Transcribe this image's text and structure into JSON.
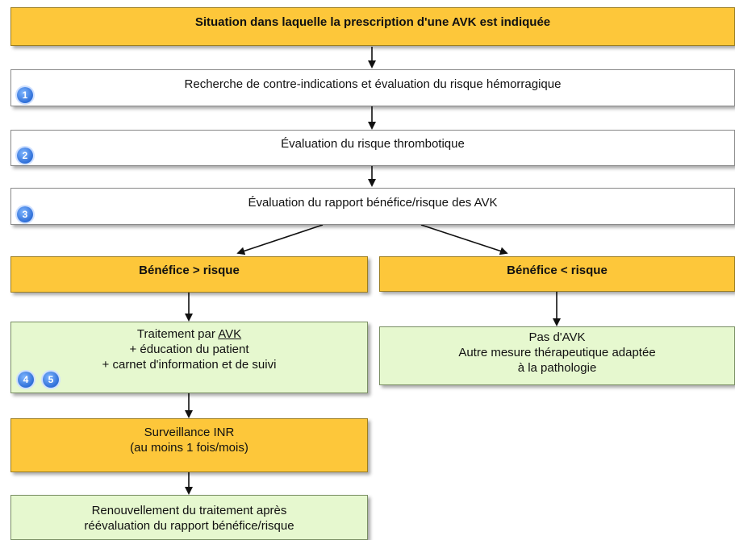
{
  "nodes": {
    "situation": "Situation dans laquelle la prescription d'une AVK est indiquée",
    "step1": "Recherche de contre-indications et évaluation du risque hémorragique",
    "step2": "Évaluation du risque thrombotique",
    "step3": "Évaluation du rapport bénéfice/risque des AVK",
    "benefit_gt": "Bénéfice > risque",
    "benefit_lt": "Bénéfice < risque",
    "treatment": {
      "line1_prefix": "Traitement par ",
      "line1_link": "AVK",
      "line2": "+ éducation du patient",
      "line3": "+ carnet d'information et de suivi"
    },
    "no_avk": {
      "line1": "Pas d'AVK",
      "line2": "Autre mesure thérapeutique adaptée",
      "line3": "à la pathologie"
    },
    "surveillance": {
      "line1": "Surveillance INR",
      "line2": "(au moins 1 fois/mois)"
    },
    "renewal": {
      "line1": "Renouvellement du traitement après",
      "line2": "réévaluation du rapport bénéfice/risque"
    }
  },
  "badges": [
    "1",
    "2",
    "3",
    "4",
    "5"
  ],
  "colors": {
    "yellow": "#fdc73a",
    "green": "#e6f8cf",
    "badge": "#2f6fd8"
  }
}
